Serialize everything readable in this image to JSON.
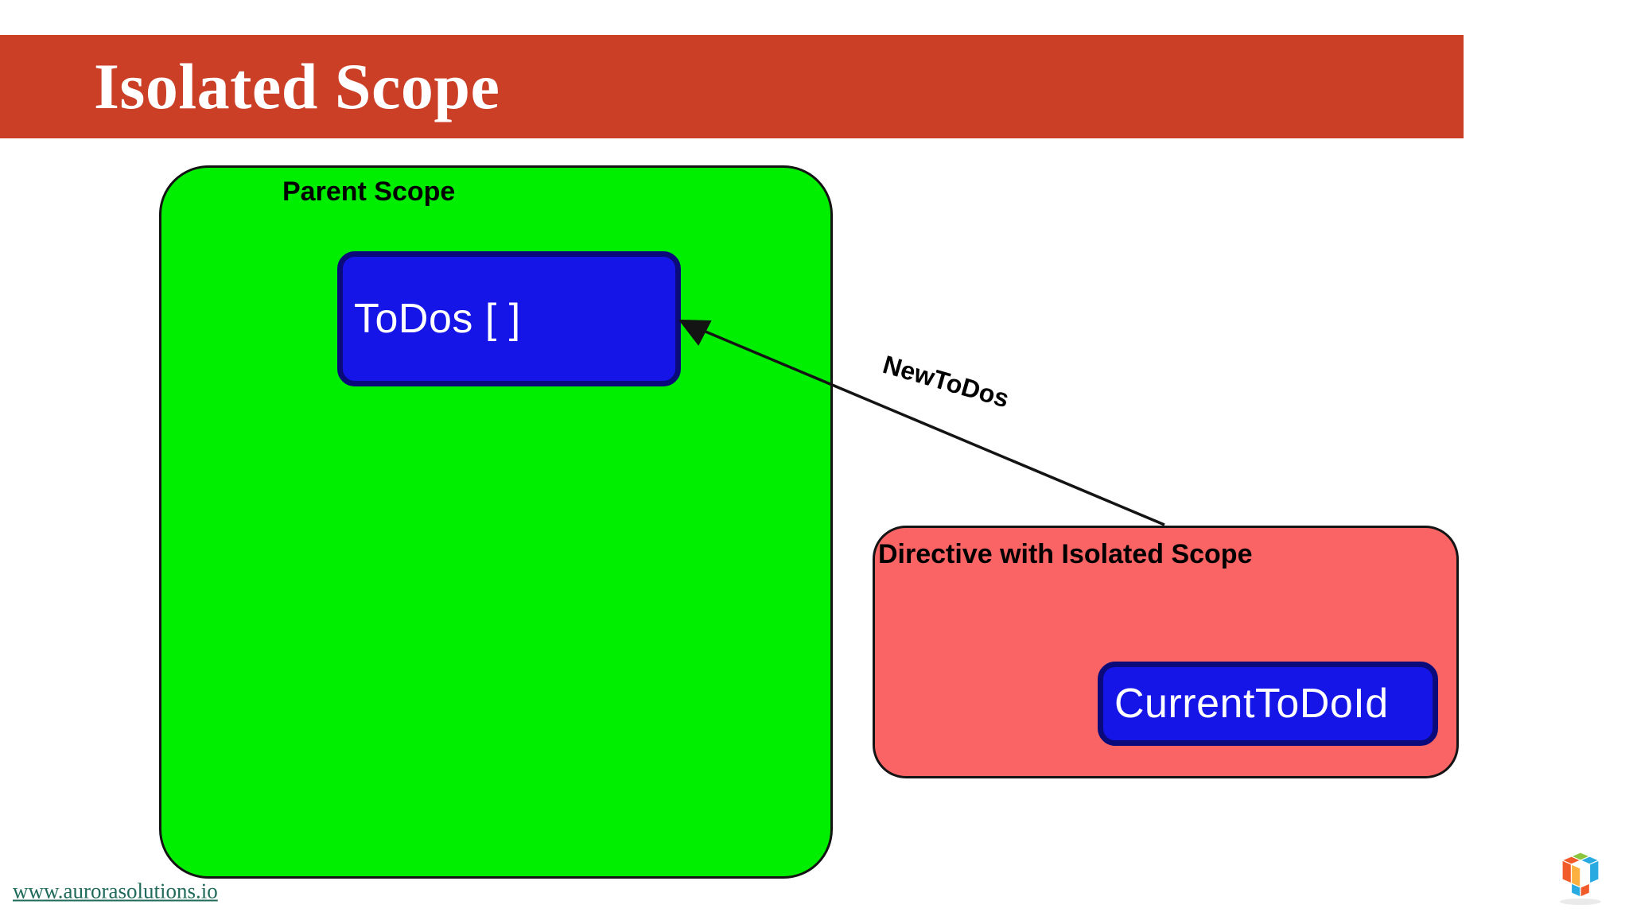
{
  "slide": {
    "title": "Isolated Scope",
    "banner_color": "#cb3f27",
    "title_color": "#ffffff",
    "background_color": "#ffffff"
  },
  "diagram": {
    "type": "concept-diagram",
    "parent_scope": {
      "label": "Parent Scope",
      "fill_color": "#00ee00",
      "border_color": "#141414",
      "children": [
        {
          "label": "ToDos [ ]",
          "fill_color": "#1515e8",
          "border_color": "#0a0a7a",
          "text_color": "#ffffff"
        }
      ]
    },
    "directive_scope": {
      "label": "Directive with Isolated Scope",
      "fill_color": "#fb6464",
      "border_color": "#141414",
      "children": [
        {
          "label": "CurrentToDoId",
          "fill_color": "#1515e8",
          "border_color": "#0a0a7a",
          "text_color": "#ffffff"
        }
      ]
    },
    "connector": {
      "label": "NewToDos",
      "from": "Directive with Isolated Scope",
      "to": "ToDos [ ]",
      "direction": "left",
      "line_color": "#141414"
    }
  },
  "footer": {
    "link_text": "www.aurorasolutions.io",
    "link_color": "#1f6a5a",
    "logo_name": "aurora-solutions-cube-logo"
  }
}
